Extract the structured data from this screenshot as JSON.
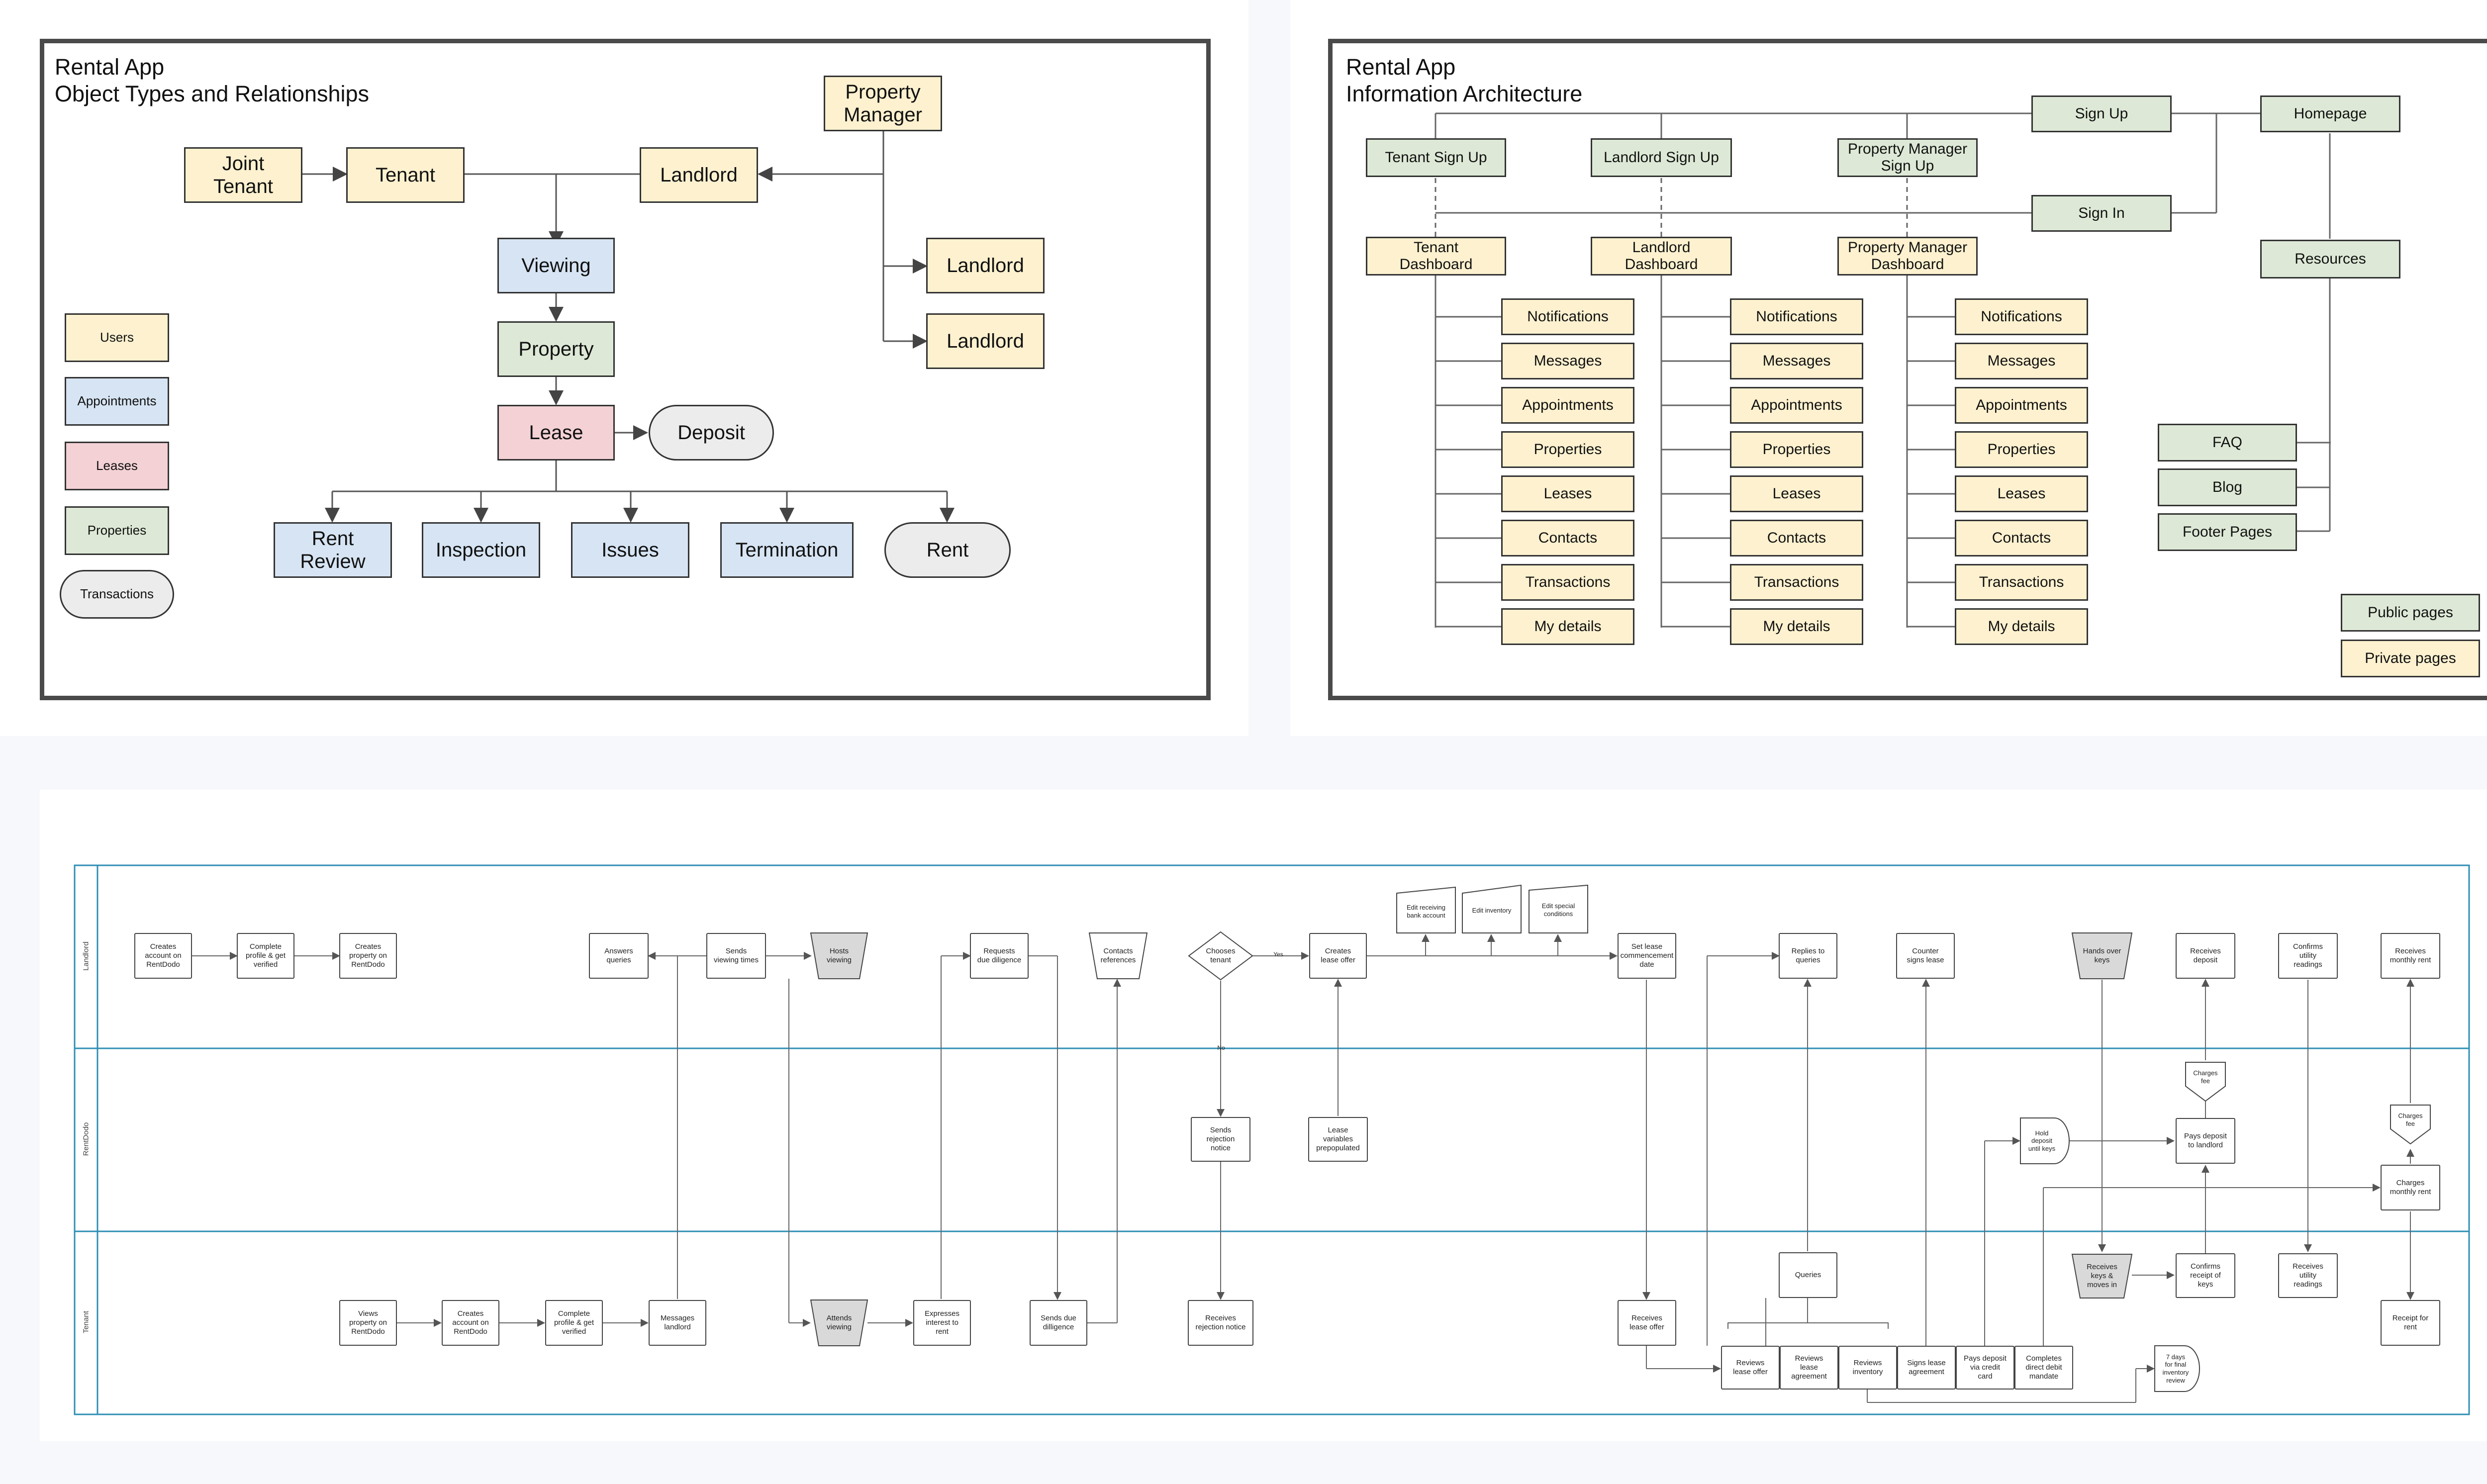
{
  "colors": {
    "users": "#fdf1cf",
    "appointments": "#d6e4f3",
    "leases": "#f3d1d4",
    "properties": "#dde9d6",
    "transactions": "#ececec",
    "frame": "#4a4a4a",
    "swimlane": "#2e8fb5"
  },
  "objects": {
    "title": "Rental App\nObject Types and Relationships",
    "nodes": {
      "property_manager": "Property\nManager",
      "joint_tenant": "Joint\nTenant",
      "tenant": "Tenant",
      "landlord": "Landlord",
      "viewing": "Viewing",
      "landlord2": "Landlord",
      "landlord3": "Landlord",
      "property": "Property",
      "lease": "Lease",
      "deposit": "Deposit",
      "rent_review": "Rent\nReview",
      "inspection": "Inspection",
      "issues": "Issues",
      "termination": "Termination",
      "rent": "Rent"
    },
    "legend": [
      "Users",
      "Appointments",
      "Leases",
      "Properties",
      "Transactions"
    ]
  },
  "ia": {
    "title": "Rental App\nInformation Architecture",
    "sign_up": "Sign Up",
    "homepage": "Homepage",
    "sign_in": "Sign In",
    "resources": "Resources",
    "signups": [
      "Tenant Sign Up",
      "Landlord Sign Up",
      "Property Manager\nSign Up"
    ],
    "dashboards": [
      "Tenant\nDashboard",
      "Landlord\nDashboard",
      "Property Manager\nDashboard"
    ],
    "pages": [
      "Notifications",
      "Messages",
      "Appointments",
      "Properties",
      "Leases",
      "Contacts",
      "Transactions",
      "My details"
    ],
    "resource_pages": [
      "FAQ",
      "Blog",
      "Footer Pages"
    ],
    "legend": [
      "Public pages",
      "Private pages"
    ]
  },
  "swimlane": {
    "lanes": [
      "Landlord",
      "RentDodo",
      "Tenant"
    ],
    "landlord": {
      "creates_account": "Creates\naccount on\nRentDodo",
      "complete_profile": "Complete\nprofile & get\nverified",
      "creates_property": "Creates\nproperty on\nRentDodo",
      "answers_queries": "Answers\nqueries",
      "sends_viewing_times": "Sends\nviewing times",
      "hosts_viewing": "Hosts\nviewing",
      "requests_dd": "Requests\ndue diligence",
      "contacts_refs": "Contacts\nreferences",
      "chooses_tenant": "Chooses\ntenant",
      "yes": "Yes",
      "no": "No",
      "creates_lease_offer": "Creates\nlease offer",
      "edit_bank": "Edit receiving\nbank account",
      "edit_inventory": "Edit inventory",
      "edit_conditions": "Edit special\nconditions",
      "set_lease_date": "Set lease\ncommencement\ndate",
      "replies_queries": "Replies to\nqueries",
      "counter_signs": "Counter\nsigns lease",
      "hands_keys": "Hands over\nkeys",
      "receives_deposit": "Receives\ndeposit",
      "confirms_utility": "Confirms\nutility\nreadings",
      "receives_rent": "Receives\nmonthly rent"
    },
    "rentdodo": {
      "sends_rejection": "Sends\nrejection\nnotice",
      "lease_vars": "Lease\nvariables\nprepopulated",
      "hold_deposit": "Hold\ndeposit\nuntil keys",
      "charges_fee_1": "Charges\nfee",
      "pays_deposit": "Pays deposit\nto landlord",
      "charges_fee_2": "Charges\nfee",
      "charges_rent": "Charges\nmonthly rent"
    },
    "tenant": {
      "views_property": "Views\nproperty on\nRentDodo",
      "creates_account": "Creates\naccount on\nRentDodo",
      "complete_profile": "Complete\nprofile & get\nverified",
      "messages_landlord": "Messages\nlandlord",
      "attends_viewing": "Attends\nviewing",
      "expresses_interest": "Expresses\ninterest to\nrent",
      "sends_dd": "Sends due\ndilligence",
      "receives_rejection": "Receives\nrejection notice",
      "receives_offer": "Receives\nlease offer",
      "queries": "Queries",
      "reviews_offer": "Reviews\nlease offer",
      "reviews_agreement": "Reviews\nlease\nagreement",
      "reviews_inventory": "Reviews\ninventory",
      "signs_lease": "Signs lease\nagreement",
      "pays_deposit_card": "Pays deposit\nvia credit\ncard",
      "completes_dd": "Completes\ndirect debit\nmandate",
      "receives_keys": "Receives\nkeys &\nmoves in",
      "confirms_keys": "Confirms\nreceipt of\nkeys",
      "receives_utility": "Receives\nutility\nreadings",
      "receipt_rent": "Receipt for\nrent",
      "seven_days": "7 days\nfor final\ninventory\nreview"
    }
  }
}
